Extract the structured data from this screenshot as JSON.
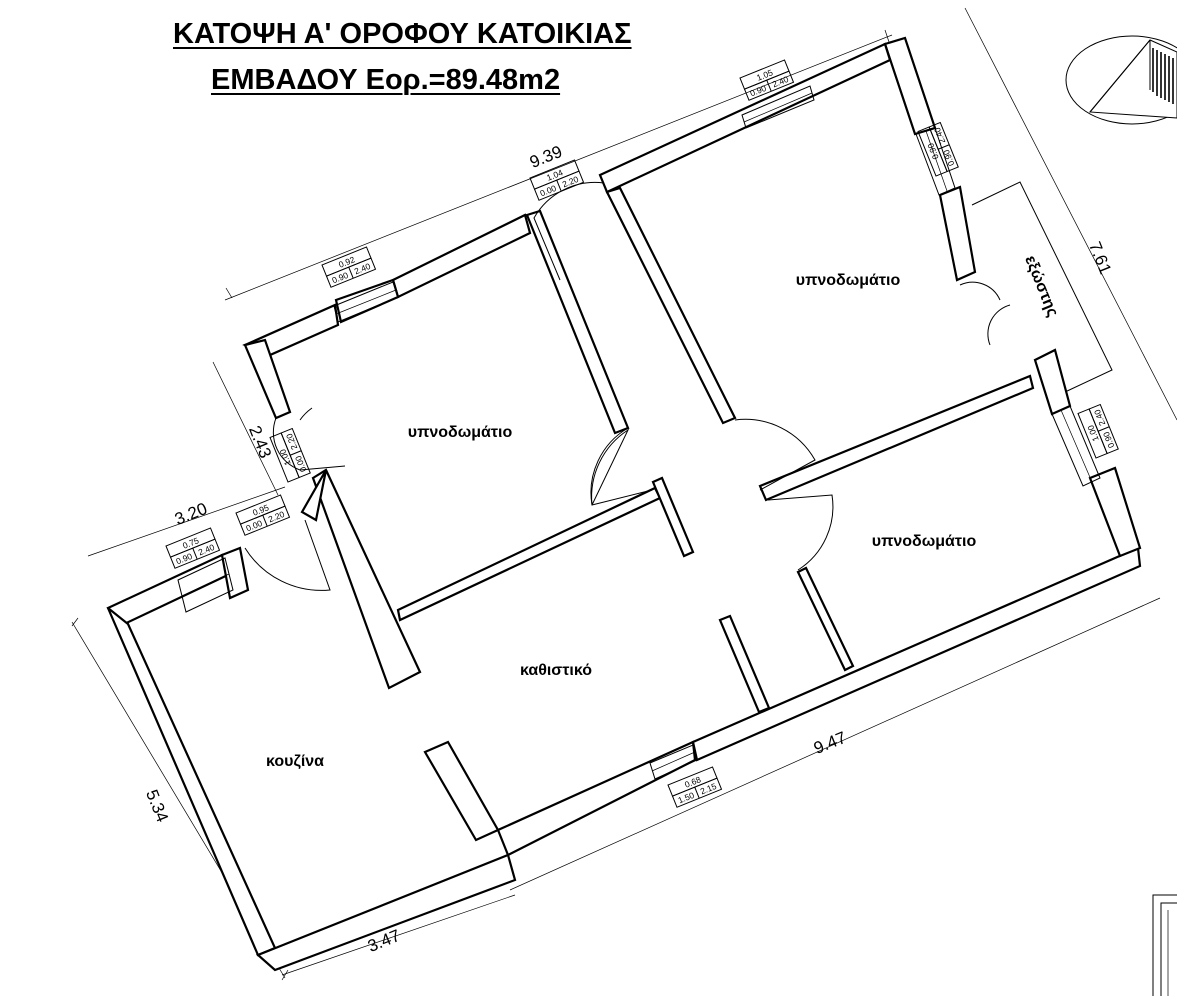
{
  "title": {
    "line1": "ΚΑΤΟΨΗ Α' ΟΡΟΦΟΥ ΚΑΤΟΙΚΙΑΣ",
    "line2": "ΕΜΒΑΔΟΥ Εορ.=89.48m2"
  },
  "rooms": {
    "bedroom_west": "υπνοδωμάτιο",
    "bedroom_north": "υπνοδωμάτιο",
    "bedroom_east": "υπνοδωμάτιο",
    "living": "καθιστικό",
    "kitchen": "κουζίνα",
    "balcony": "εξώστης"
  },
  "dimensions": {
    "top": "9.39",
    "right": "7.61",
    "bottom_right": "9.47",
    "bottom_left": "3.47",
    "left": "5.34",
    "entry_width": "3.20",
    "entry_depth": "2.43"
  },
  "openings": [
    {
      "id": "w-bedroom-west",
      "width": "0.92",
      "sill": "0.90",
      "height": "2.40"
    },
    {
      "id": "d-top",
      "width": "1.04",
      "sill": "0.00",
      "height": "2.20"
    },
    {
      "id": "w-bedroom-north",
      "width": "1.05",
      "sill": "0.90",
      "height": "2.40"
    },
    {
      "id": "w-north-side",
      "width": "0.90",
      "sill": "0.90",
      "height": "2.40"
    },
    {
      "id": "w-east",
      "width": "1.00",
      "sill": "0.90",
      "height": "2.40"
    },
    {
      "id": "d-west-side",
      "width": "1.00",
      "sill": "0.00",
      "height": "2.20"
    },
    {
      "id": "d-entry",
      "width": "0.95",
      "sill": "0.00",
      "height": "2.20"
    },
    {
      "id": "w-kitchen",
      "width": "0.75",
      "sill": "0.90",
      "height": "2.40"
    },
    {
      "id": "w-living",
      "width": "0.68",
      "sill": "1.50",
      "height": "2.15"
    }
  ]
}
